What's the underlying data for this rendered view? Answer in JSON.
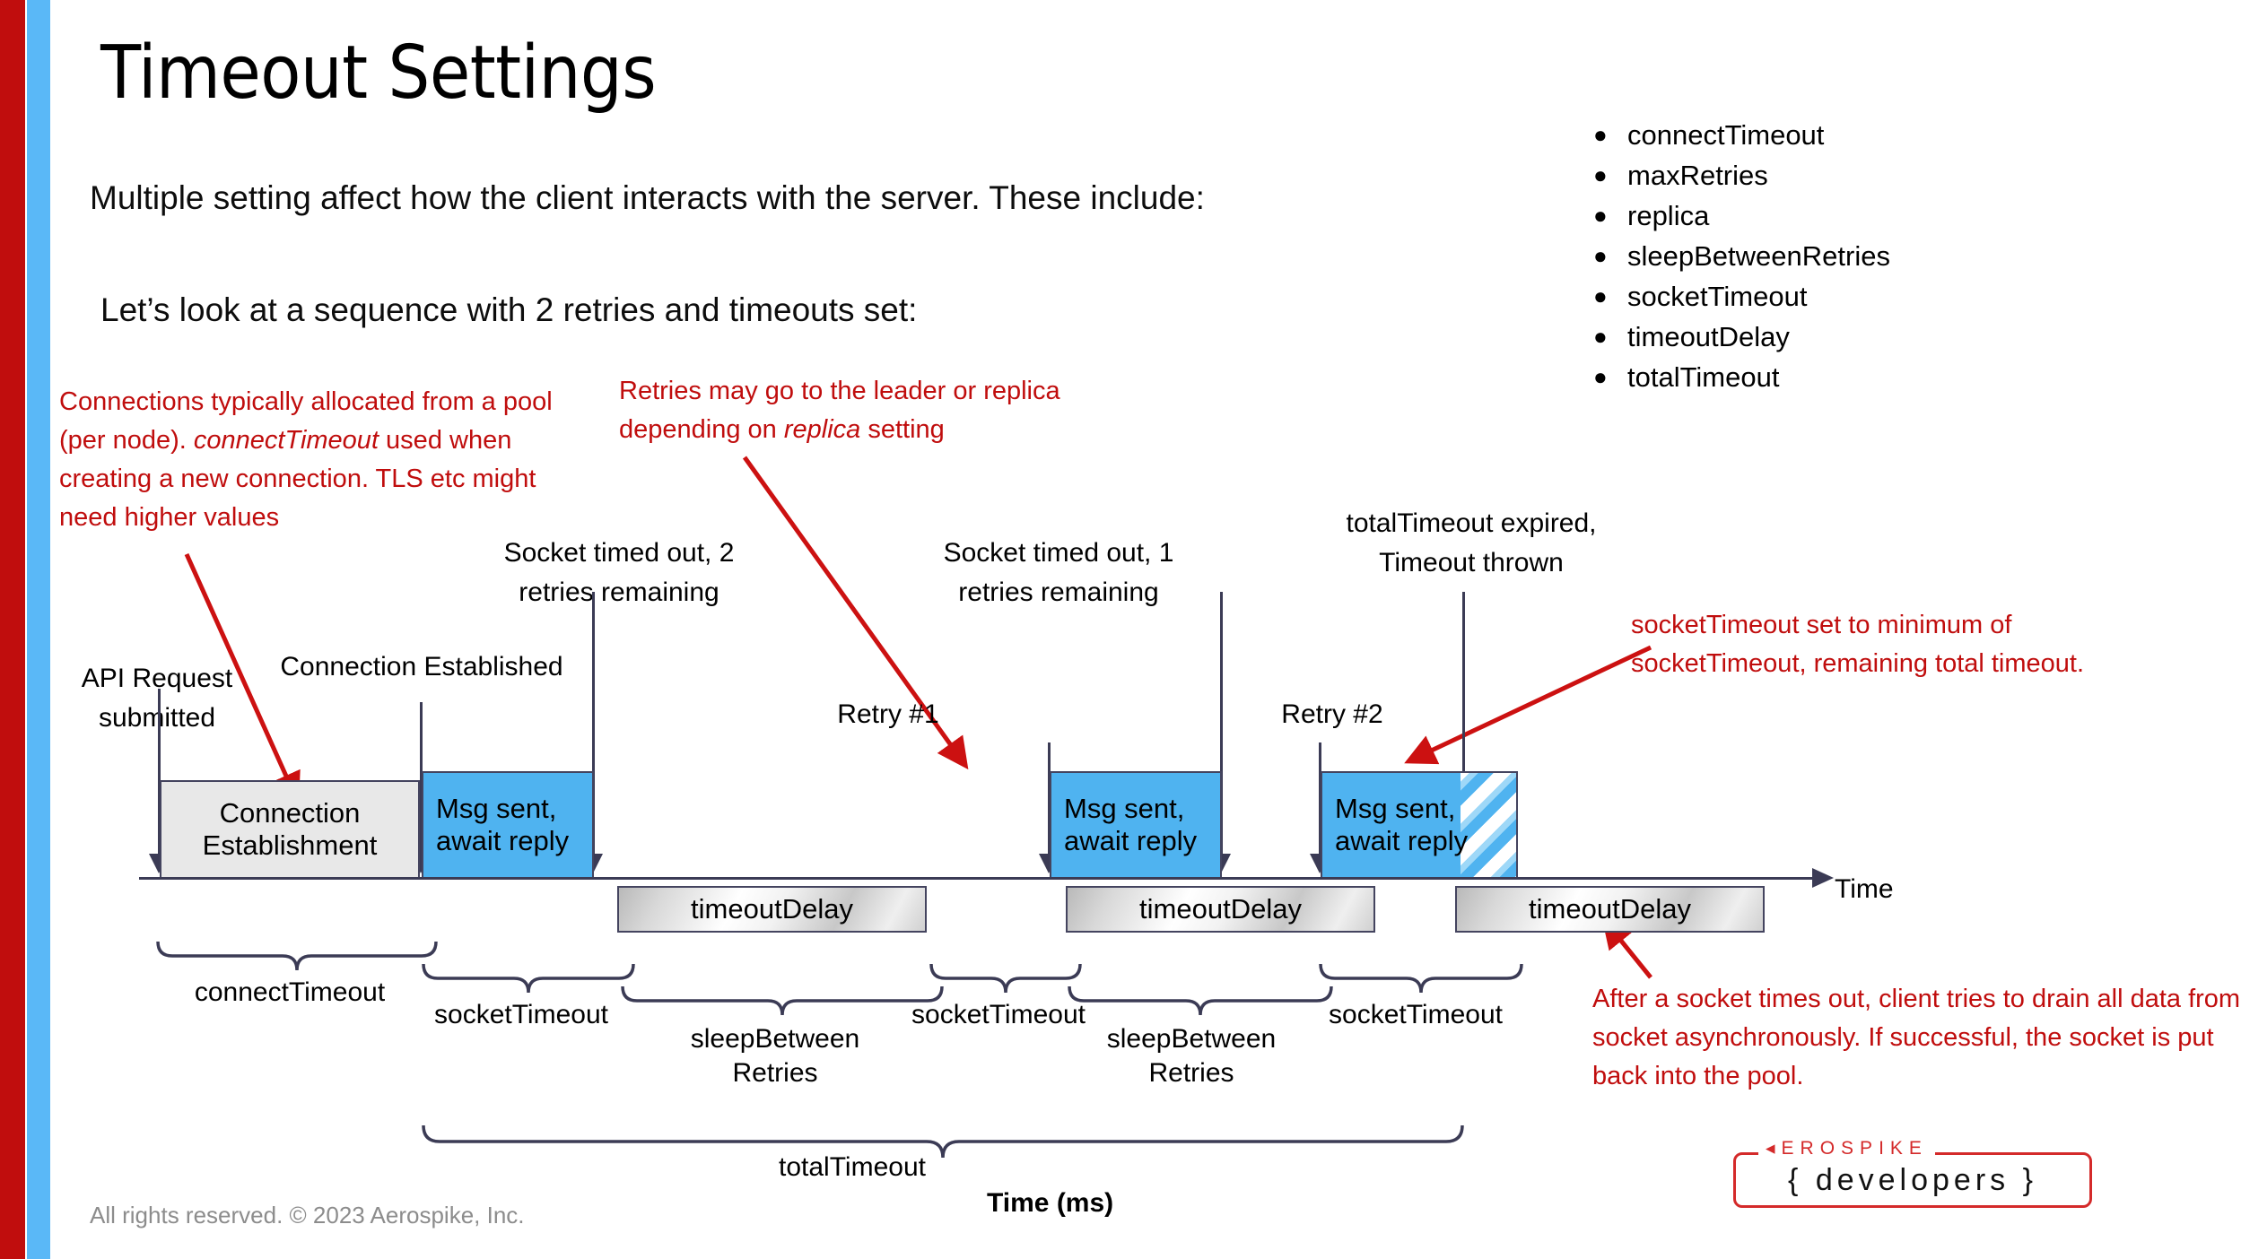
{
  "slide": {
    "title": "Timeout Settings",
    "subtitle": "Multiple setting affect how the client interacts with the server. These include:",
    "subtitle2": "Let’s look at a sequence with 2 retries and timeouts set:",
    "footer": "All rights reserved. © 2023 Aerospike, Inc.",
    "accent_red": "#c00d0d",
    "accent_blue": "#5ab8f7",
    "box_blue": "#4fb3f0",
    "box_gray": "#e8e8e8"
  },
  "settings_list": [
    {
      "bullet": "●",
      "label": "connectTimeout"
    },
    {
      "bullet": "●",
      "label": "maxRetries"
    },
    {
      "bullet": "●",
      "label": "replica"
    },
    {
      "bullet": "●",
      "label": "sleepBetweenRetries"
    },
    {
      "bullet": "●",
      "label": "socketTimeout"
    },
    {
      "bullet": "●",
      "label": "timeoutDelay"
    },
    {
      "bullet": "●",
      "label": "totalTimeout"
    }
  ],
  "annotations": {
    "pool": {
      "part1": "Connections typically allocated from a pool (per node). ",
      "em": "connectTimeout",
      "part2": " used when creating a new connection. TLS etc might need higher values"
    },
    "retries": {
      "part1": "Retries may go to the leader or replica depending on ",
      "em": "replica",
      "part2": " setting"
    },
    "socket_min": "socketTimeout set to minimum of socketTimeout, remaining total timeout.",
    "drain": "After a socket times out, client tries to drain all data from socket asynchronously. If successful, the socket is put back into the pool."
  },
  "diagram": {
    "labels": {
      "socket_timed_out_2": "Socket timed out, 2 retries remaining",
      "socket_timed_out_1": "Socket timed out, 1 retries remaining",
      "total_timeout_expired": "totalTimeout expired, Timeout thrown",
      "api_request": "API Request submitted",
      "connection_established": "Connection Established",
      "retry_1": "Retry #1",
      "retry_2": "Retry #2",
      "time_axis": "Time",
      "time_ms": "Time (ms)"
    },
    "boxes": {
      "connection_establishment": "Connection Establishment",
      "msg_sent": "Msg sent, await reply",
      "timeout_delay": "timeoutDelay"
    },
    "braces": [
      {
        "id": "connectTimeout",
        "label": "connectTimeout"
      },
      {
        "id": "socketTimeout1",
        "label": "socketTimeout"
      },
      {
        "id": "sleepBetweenRetries1",
        "label": "sleepBetween Retries"
      },
      {
        "id": "socketTimeout2",
        "label": "socketTimeout"
      },
      {
        "id": "sleepBetweenRetries2",
        "label": "sleepBetween Retries"
      },
      {
        "id": "socketTimeout3",
        "label": "socketTimeout"
      },
      {
        "id": "totalTimeout",
        "label": "totalTimeout"
      }
    ],
    "brace_labels": {
      "connect_timeout": "connectTimeout",
      "socket_timeout": "socketTimeout",
      "sleep_between": "sleepBetween",
      "retries": "Retries",
      "total_timeout": "totalTimeout"
    }
  },
  "logo": {
    "brand": "EROSPIKE",
    "product": "{ developers }"
  }
}
